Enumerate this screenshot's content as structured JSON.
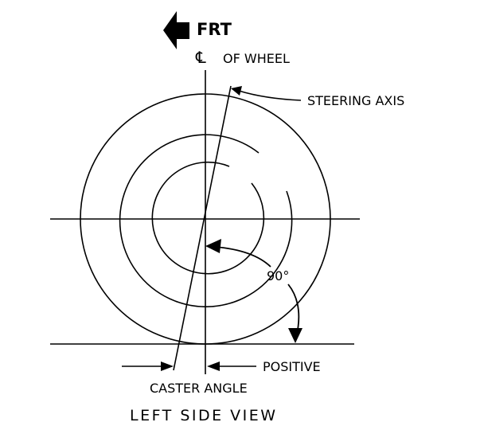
{
  "labels": {
    "front": "FRT",
    "centerline_symbol": "℄",
    "centerline": "OF WHEEL",
    "steering_axis": "STEERING AXIS",
    "angle": "90°",
    "positive": "POSITIVE",
    "caster_angle": "CASTER ANGLE",
    "view": "LEFT SIDE VIEW"
  },
  "colors": {
    "ink": "#000000",
    "paper": "#ffffff"
  },
  "icons": {
    "front_arrow": "arrow-left-icon"
  }
}
